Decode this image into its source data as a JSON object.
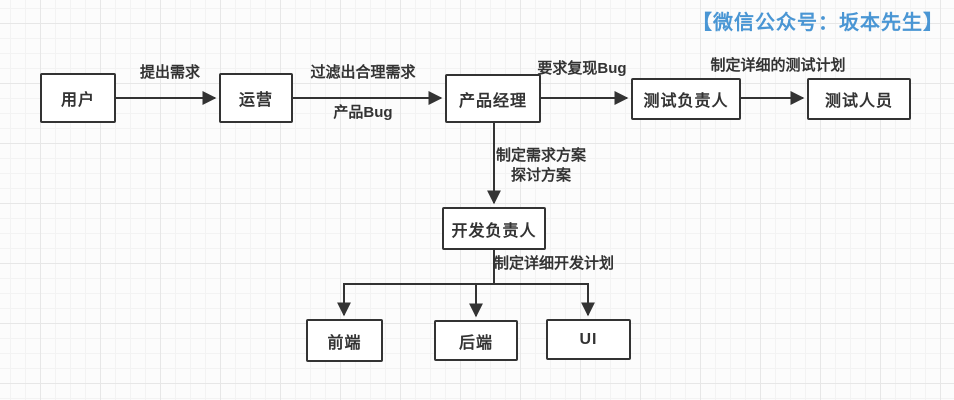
{
  "watermark": "【微信公众号：坂本先生】",
  "colors": {
    "watermark_blue": "#4a96d4",
    "line": "#333333",
    "node_fill": "#ffffff",
    "grid_major": "#e7e7e7",
    "grid_minor": "#f3f3f3"
  },
  "nodes": {
    "user": {
      "label": "用户"
    },
    "operations": {
      "label": "运营"
    },
    "product_manager": {
      "label": "产品经理"
    },
    "test_lead": {
      "label": "测试负责人"
    },
    "tester": {
      "label": "测试人员"
    },
    "dev_lead": {
      "label": "开发负责人"
    },
    "frontend": {
      "label": "前端"
    },
    "backend": {
      "label": "后端"
    },
    "ui": {
      "label": "UI"
    }
  },
  "edges": {
    "user_to_operations": {
      "label": "提出需求"
    },
    "operations_to_pm_above": {
      "label": "过滤出合理需求"
    },
    "operations_to_pm_below": {
      "label": "产品Bug"
    },
    "pm_to_test_lead": {
      "label": "要求复现Bug"
    },
    "test_lead_to_tester": {
      "label": "制定详细的测试计划"
    },
    "pm_to_dev_lead_line1": {
      "label": "制定需求方案"
    },
    "pm_to_dev_lead_line2": {
      "label": "探讨方案"
    },
    "dev_lead_to_teams": {
      "label": "制定详细开发计划"
    }
  }
}
